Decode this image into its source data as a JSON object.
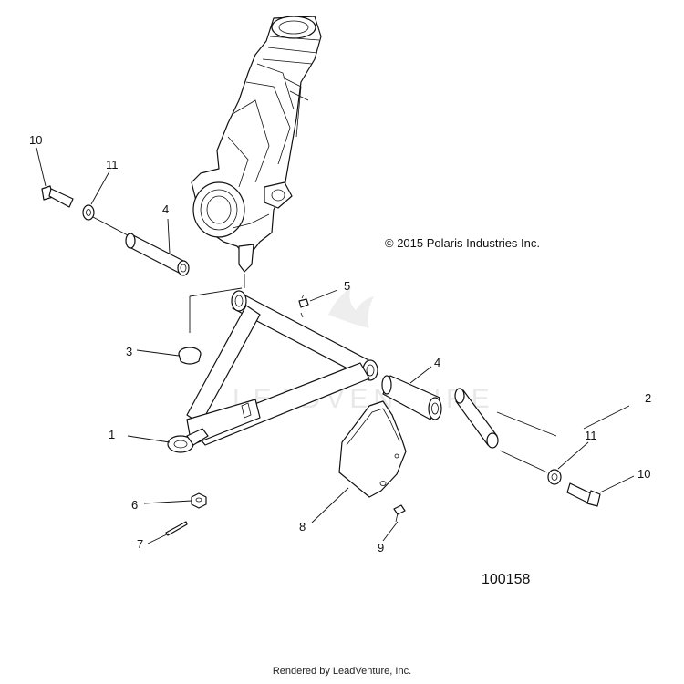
{
  "copyright": "© 2015 Polaris Industries Inc.",
  "diagram_id": "100158",
  "watermark": "LEADVENTURE",
  "footer": "Rendered by LeadVenture, Inc.",
  "callouts": [
    {
      "id": "c1",
      "label": "1"
    },
    {
      "id": "c2",
      "label": "2"
    },
    {
      "id": "c3",
      "label": "3"
    },
    {
      "id": "c4a",
      "label": "4"
    },
    {
      "id": "c4b",
      "label": "4"
    },
    {
      "id": "c5",
      "label": "5"
    },
    {
      "id": "c6",
      "label": "6"
    },
    {
      "id": "c7",
      "label": "7"
    },
    {
      "id": "c8",
      "label": "8"
    },
    {
      "id": "c9",
      "label": "9"
    },
    {
      "id": "c10a",
      "label": "10"
    },
    {
      "id": "c10b",
      "label": "10"
    },
    {
      "id": "c11a",
      "label": "11"
    },
    {
      "id": "c11b",
      "label": "11"
    }
  ]
}
